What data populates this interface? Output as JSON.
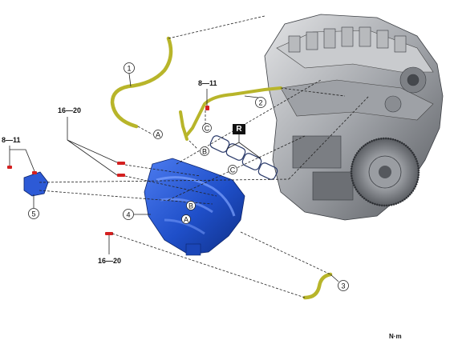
{
  "torque_labels": {
    "bracket_bolts": "8—11",
    "manifold_upper_bolts": "16—20",
    "manifold_lower_bolt": "16—20",
    "hose_bracket_bolt": "8—11"
  },
  "callouts": {
    "part1": "1",
    "part2": "2",
    "part3": "3",
    "part4": "4",
    "part5": "5"
  },
  "letters": {
    "A_hose": "A",
    "A_manifold": "A",
    "B_hose": "B",
    "B_manifold": "B",
    "C_hose": "C",
    "C_manifold": "C"
  },
  "replace_badge": "R",
  "unit_label": "N·m",
  "colors": {
    "manifold_blue": "#1f4fc9",
    "hose_olive": "#b8b52a",
    "bolt_red": "#d42020",
    "engine_gray": "#8a8d92"
  }
}
